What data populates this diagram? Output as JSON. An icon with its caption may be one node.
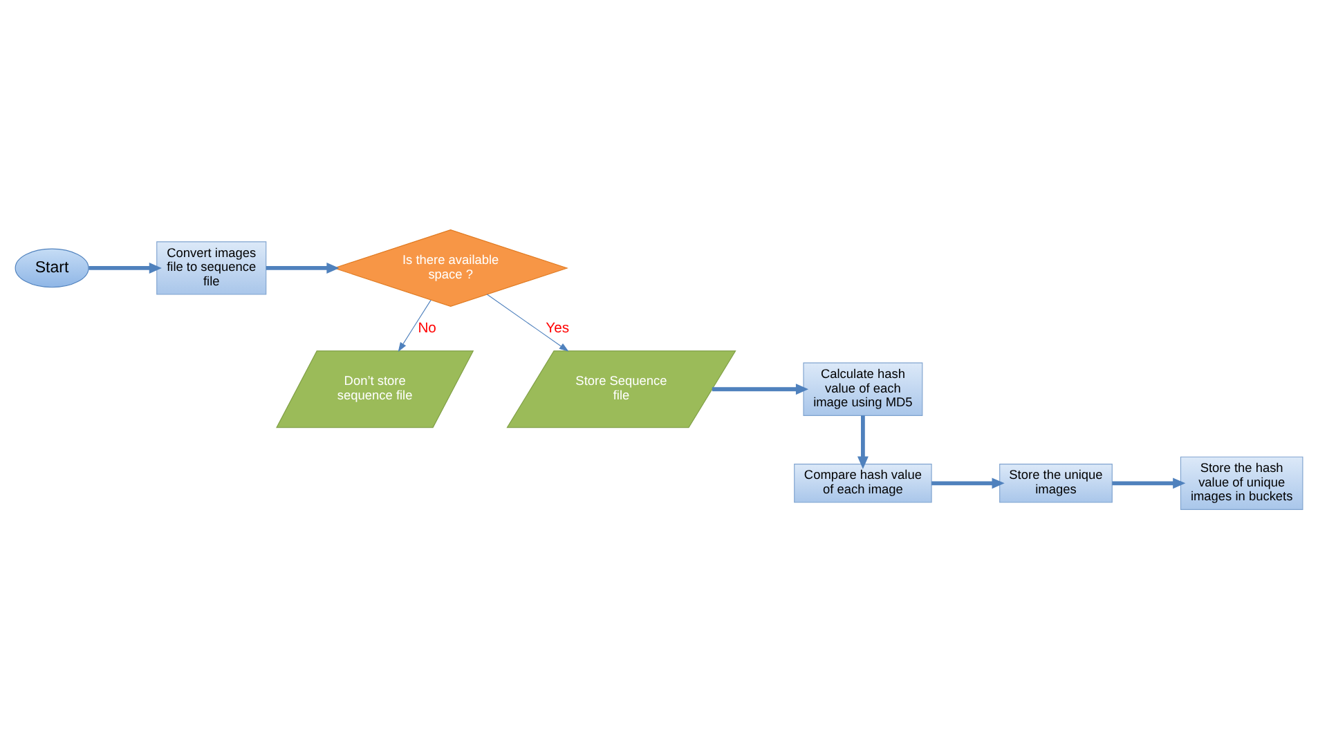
{
  "diagram": {
    "nodes": [
      {
        "text": [
          "Start"
        ]
      },
      {
        "text": [
          "Convert images file to sequence file"
        ]
      },
      {
        "text": [
          "Is there available space ?"
        ]
      },
      {
        "text": [
          "Don’t store sequence file"
        ]
      },
      {
        "text": [
          "Store Sequence file"
        ]
      },
      {
        "text": [
          "Calculate hash value of each image using MD5"
        ]
      },
      {
        "text": [
          "Compare hash value of each image"
        ]
      },
      {
        "text": [
          "Store the unique images"
        ]
      },
      {
        "text": [
          "Store the hash value of unique images in buckets"
        ]
      }
    ],
    "edges": [
      {
        "from": 0,
        "to": 1,
        "arrow": "to"
      },
      {
        "from": 1,
        "to": 2,
        "arrow": "to"
      },
      {
        "from": 2,
        "to": 3,
        "arrow": "to",
        "label": "No"
      },
      {
        "from": 2,
        "to": 4,
        "arrow": "to",
        "label": "Yes"
      },
      {
        "from": 4,
        "to": 5,
        "arrow": "to"
      },
      {
        "from": 5,
        "to": 6,
        "arrow": "to"
      },
      {
        "from": 6,
        "to": 7,
        "arrow": "to"
      },
      {
        "from": 7,
        "to": 8,
        "arrow": "to"
      }
    ]
  }
}
